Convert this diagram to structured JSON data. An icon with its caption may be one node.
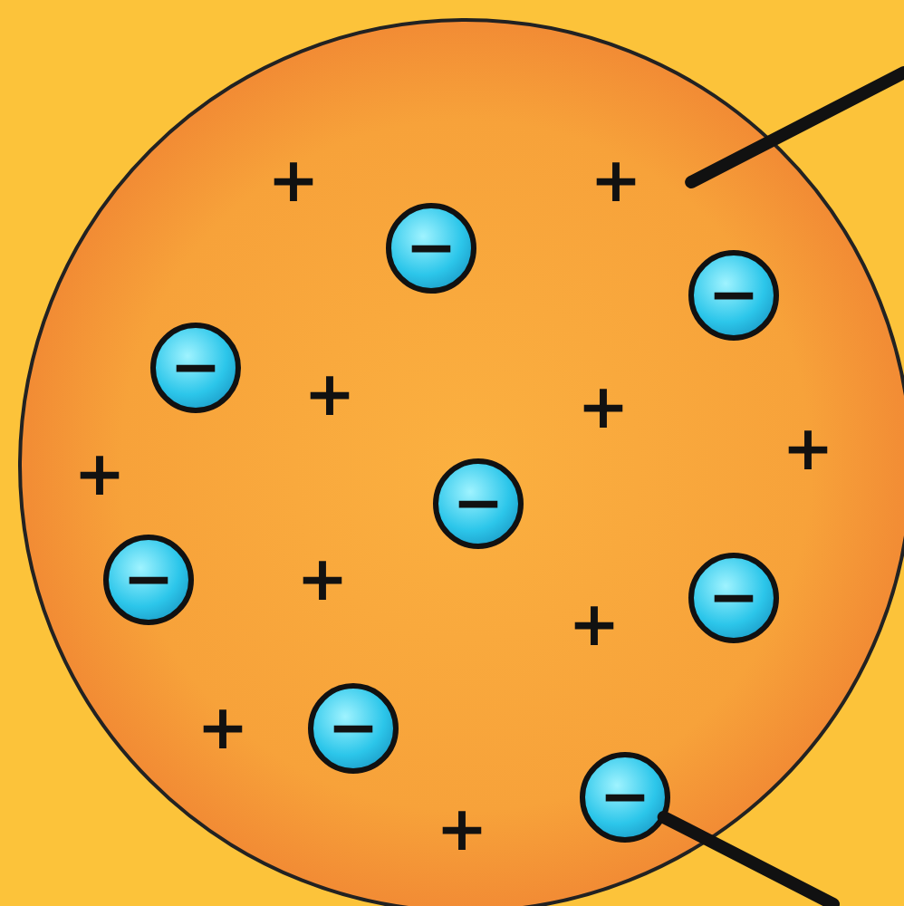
{
  "diagram": {
    "nodes": [
      {
        "text": [],
        "shape": "circle"
      },
      {
        "text": [
          "−"
        ],
        "in": 0
      },
      {
        "text": [
          "−"
        ],
        "in": 0
      },
      {
        "text": [
          "−"
        ],
        "in": 0
      },
      {
        "text": [
          "−"
        ],
        "in": 0
      },
      {
        "text": [
          "−"
        ],
        "in": 0
      },
      {
        "text": [
          "−"
        ],
        "in": 0
      },
      {
        "text": [
          "−"
        ],
        "in": 0
      },
      {
        "text": [
          "−"
        ],
        "in": 0
      }
    ],
    "edges": [
      {
        "from": null,
        "to": 0,
        "arrow": "none"
      },
      {
        "from": null,
        "to": 8,
        "arrow": "none"
      }
    ],
    "labels": [
      "+",
      "+",
      "+",
      "+",
      "+",
      "+",
      "+",
      "+",
      "+",
      "+"
    ]
  }
}
